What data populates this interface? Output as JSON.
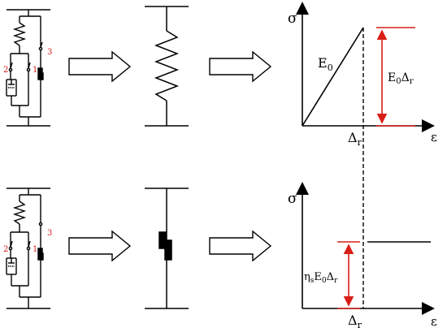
{
  "colors": {
    "stroke": "#000000",
    "accent": "#d91e18"
  },
  "top_row": {
    "switch_labels": [
      "2",
      "1",
      "3"
    ],
    "plot": {
      "y_axis": "σ",
      "x_axis": "ε",
      "slope_label": "E",
      "slope_sub": "0",
      "height_label": "E",
      "height_sub1": "0",
      "height_mid": "Δ",
      "height_sub2": "r",
      "x_marker": "Δ",
      "x_marker_sub": "r"
    }
  },
  "bottom_row": {
    "switch_labels": [
      "2",
      "1",
      "3"
    ],
    "plot": {
      "y_axis": "σ",
      "x_axis": "ε",
      "level_label": "η",
      "level_sub1": "s",
      "level_mid": "E",
      "level_sub2": "0",
      "level_end": "Δ",
      "level_sub3": "r",
      "x_marker": "Δ",
      "x_marker_sub": "r"
    }
  }
}
